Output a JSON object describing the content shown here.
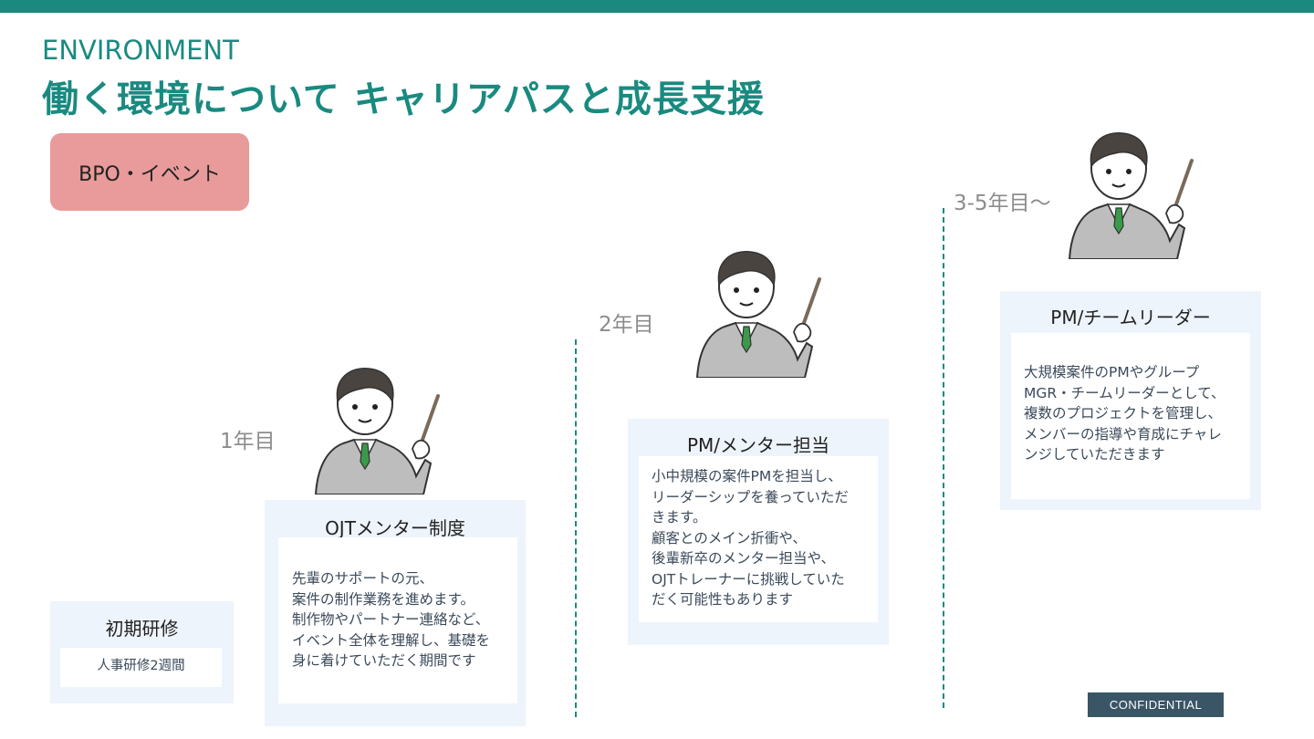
{
  "header": {
    "eyebrow": "ENVIRONMENT",
    "title": "働く環境について キャリアパスと成長支援"
  },
  "tag": {
    "label": "BPO・イベント"
  },
  "stages": [
    {
      "title": "初期研修",
      "body": "人事研修2週間"
    },
    {
      "year": "1年目",
      "title": "OJTメンター制度",
      "body": "先輩のサポートの元、\n案件の制作業務を進めます。\n制作物やパートナー連絡など、\nイベント全体を理解し、基礎を\n身に着けていただく期間です"
    },
    {
      "year": "2年目",
      "title": "PM/メンター担当",
      "body": "小中規模の案件PMを担当し、\nリーダーシップを養っていただ\nきます。\n顧客とのメイン折衝や、\n後輩新卒のメンター担当や、\nOJTトレーナーに挑戦していた\nだく可能性もあります"
    },
    {
      "year": "3-5年目〜",
      "title": "PM/チームリーダー",
      "body": "大規模案件のPMやグループ\nMGR・チームリーダーとして、\n複数のプロジェクトを管理し、\nメンバーの指導や育成にチャレ\nンジしていただきます"
    }
  ],
  "footer": {
    "confidential": "CONFIDENTIAL"
  },
  "colors": {
    "accent": "#1a8a80",
    "tag": "#e99a9a",
    "card": "#eef4fb",
    "badge": "#3a5566"
  },
  "icons": [
    "businessman-pointer-icon"
  ]
}
